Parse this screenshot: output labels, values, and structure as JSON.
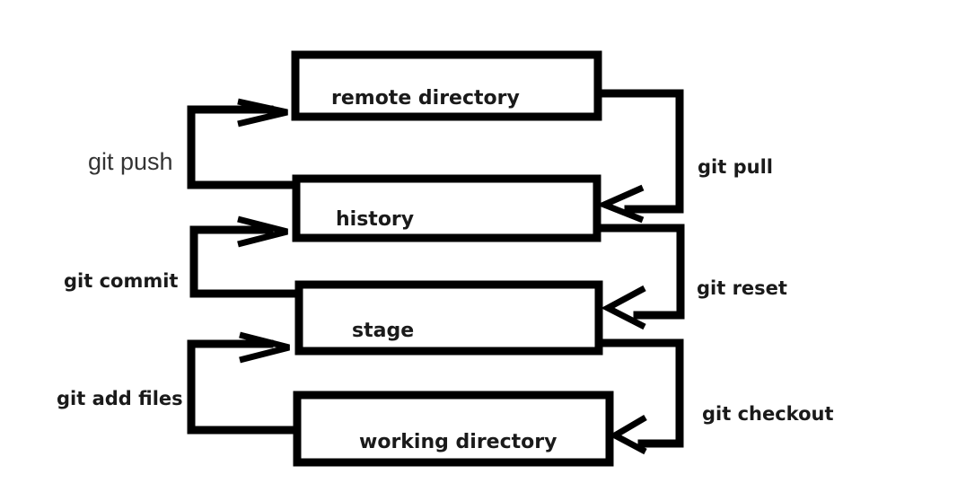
{
  "nodes": {
    "remote": "remote directory",
    "history": "history",
    "stage": "stage",
    "working": "working directory"
  },
  "edges": {
    "push": "git push",
    "commit": "git commit",
    "add": "git add files",
    "pull": "git pull",
    "reset": "git reset",
    "checkout": "git checkout"
  }
}
